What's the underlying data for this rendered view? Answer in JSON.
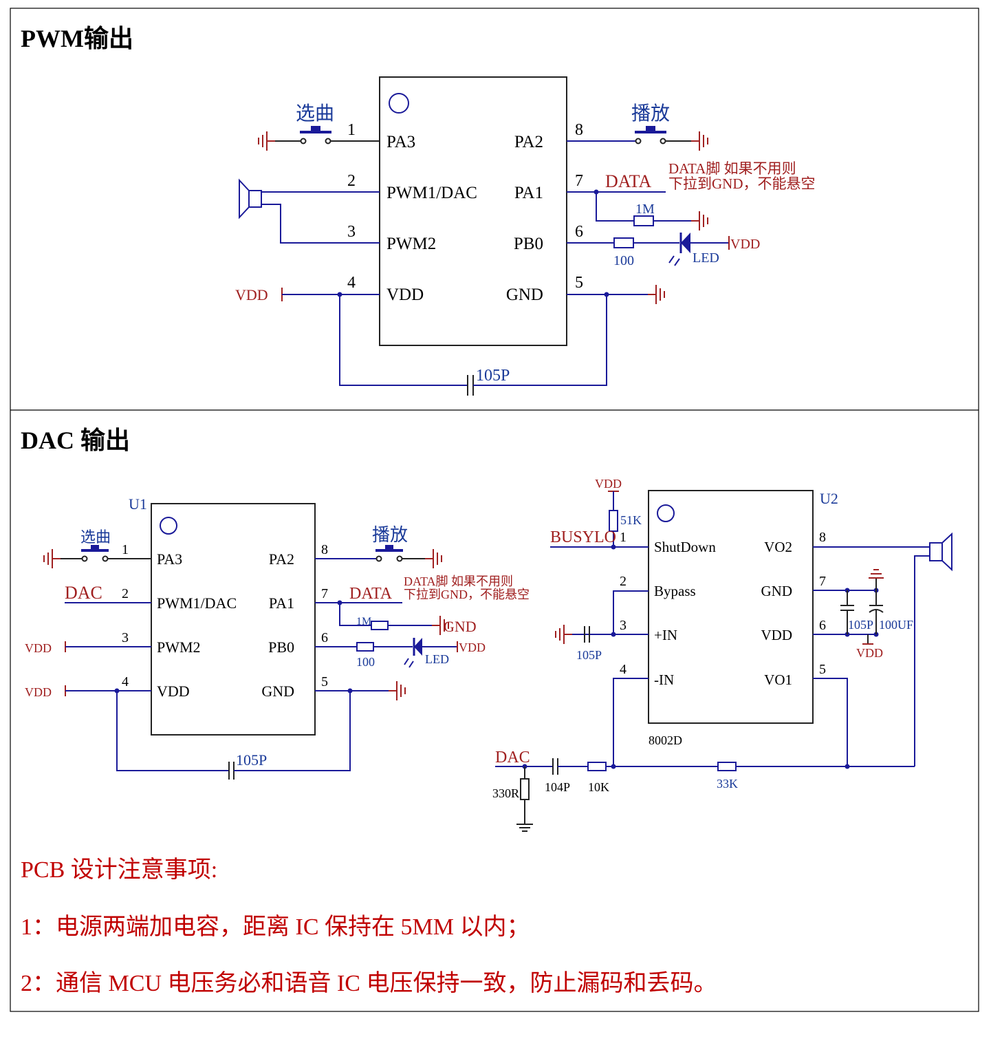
{
  "sections": {
    "pwm_title": "PWM输出",
    "dac_title": "DAC 输出"
  },
  "pwm": {
    "pins_left": [
      "PA3",
      "PWM1/DAC",
      "PWM2",
      "VDD"
    ],
    "pins_right": [
      "PA2",
      "PA1",
      "PB0",
      "GND"
    ],
    "nums_left": [
      "1",
      "2",
      "3",
      "4"
    ],
    "nums_right": [
      "8",
      "7",
      "6",
      "5"
    ],
    "btn_select": "选曲",
    "btn_play": "播放",
    "data_label": "DATA",
    "data_note_1": "DATA脚 如果不用则",
    "data_note_2": "下拉到GND，不能悬空",
    "r_1m": "1M",
    "r_100": "100",
    "led": "LED",
    "vdd": "VDD",
    "cap": "105P"
  },
  "dac": {
    "u1": "U1",
    "u2": "U2",
    "pins_left": [
      "PA3",
      "PWM1/DAC",
      "PWM2",
      "VDD"
    ],
    "pins_right": [
      "PA2",
      "PA1",
      "PB0",
      "GND"
    ],
    "nums_left": [
      "1",
      "2",
      "3",
      "4"
    ],
    "nums_right": [
      "8",
      "7",
      "6",
      "5"
    ],
    "btn_select": "选曲",
    "btn_play": "播放",
    "dac_label": "DAC",
    "data_label": "DATA",
    "data_note_1": "DATA脚 如果不用则",
    "data_note_2": "下拉到GND，不能悬空",
    "r_1m": "1M",
    "gnd": "GND",
    "r_100": "100",
    "led": "LED",
    "vdd": "VDD",
    "cap": "105P",
    "u2_pins_left": [
      "ShutDown",
      "Bypass",
      "+IN",
      "-IN"
    ],
    "u2_pins_right": [
      "VO2",
      "GND",
      "VDD",
      "VO1"
    ],
    "u2_part": "8002D",
    "busylo": "BUSYLO",
    "r_51k": "51K",
    "cap_105p": "105P",
    "cap_105p_b": "105P",
    "cap_100uf": "100UF",
    "dac_in": "DAC",
    "r_330": "330R",
    "cap_104p": "104P",
    "r_10k": "10K",
    "r_33k": "33K"
  },
  "notes": {
    "title": "PCB  设计注意事项:",
    "line1": "1：电源两端加电容，距离 IC 保持在 5MM 以内；",
    "line2": "2：通信 MCU 电压务必和语音 IC 电压保持一致，防止漏码和丢码。"
  },
  "colors": {
    "wire": "#1a1a99",
    "label_red": "#a02020",
    "note_red": "#c00000"
  }
}
